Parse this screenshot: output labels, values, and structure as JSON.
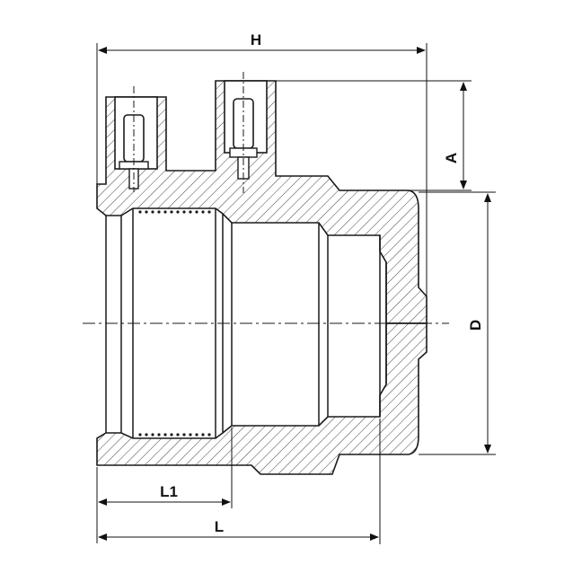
{
  "drawing": {
    "dimensions": {
      "H": "H",
      "A": "A",
      "D": "D",
      "L1": "L1",
      "L": "L"
    },
    "colors": {
      "outline": "#1a1a1a",
      "hatch": "#444444",
      "background": "#ffffff"
    }
  }
}
